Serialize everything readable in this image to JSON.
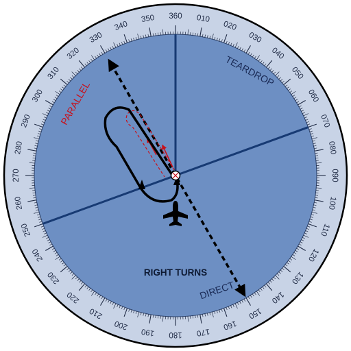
{
  "diagram": {
    "title": "RIGHT TURNS",
    "entries": [
      {
        "label": "PARALLEL",
        "color": "#c8101a"
      },
      {
        "label": "TEARDROP",
        "color": "#1a2a55"
      },
      {
        "label": "DIRECT",
        "color": "#1a2a55"
      }
    ],
    "compass_labels": [
      "360",
      "010",
      "020",
      "030",
      "040",
      "050",
      "060",
      "070",
      "080",
      "090",
      "100",
      "110",
      "120",
      "130",
      "140",
      "150",
      "160",
      "170",
      "180",
      "190",
      "200",
      "210",
      "220",
      "230",
      "240",
      "250",
      "260",
      "270",
      "280",
      "290",
      "300",
      "310",
      "320",
      "330",
      "340",
      "350"
    ],
    "inbound_course_deg": 150,
    "sector_line_deg": 70,
    "icons": [
      "airplane-icon",
      "fix-icon"
    ],
    "colors": {
      "dial_face": "#6d8fc3",
      "dial_ring": "#c8d3e6",
      "sector_line": "#173a73",
      "holding_pattern": "#000000",
      "parallel_track": "#c8101a"
    }
  }
}
